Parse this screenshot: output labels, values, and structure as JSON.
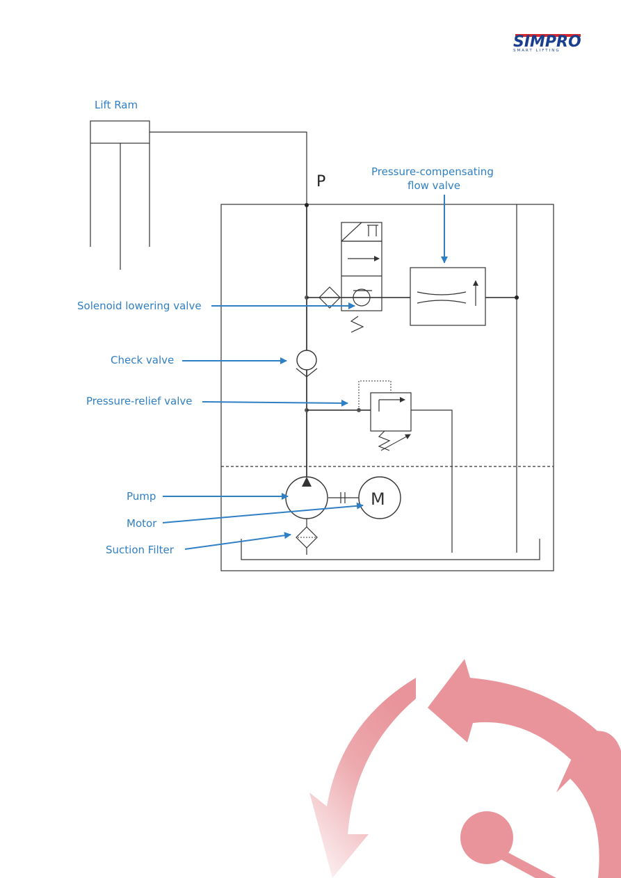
{
  "brand": {
    "name": "SIMPRO",
    "tagline": "SMART LIFTING",
    "accent_color": "#1a3f8f",
    "stripe_color": "#d8262e"
  },
  "diagram": {
    "title": "Lift Ram",
    "port_label": "P",
    "motor_symbol": "M",
    "labels": {
      "pressure_compensating_line1": "Pressure-compensating",
      "pressure_compensating_line2": "flow valve",
      "solenoid_lowering_valve": "Solenoid lowering valve",
      "check_valve": "Check valve",
      "pressure_relief_valve": "Pressure-relief valve",
      "pump": "Pump",
      "motor": "Motor",
      "suction_filter": "Suction Filter"
    },
    "label_color": "#2f7fc4"
  },
  "decoration": {
    "icon": "circular-arrows-icon",
    "color": "#e8949a"
  }
}
